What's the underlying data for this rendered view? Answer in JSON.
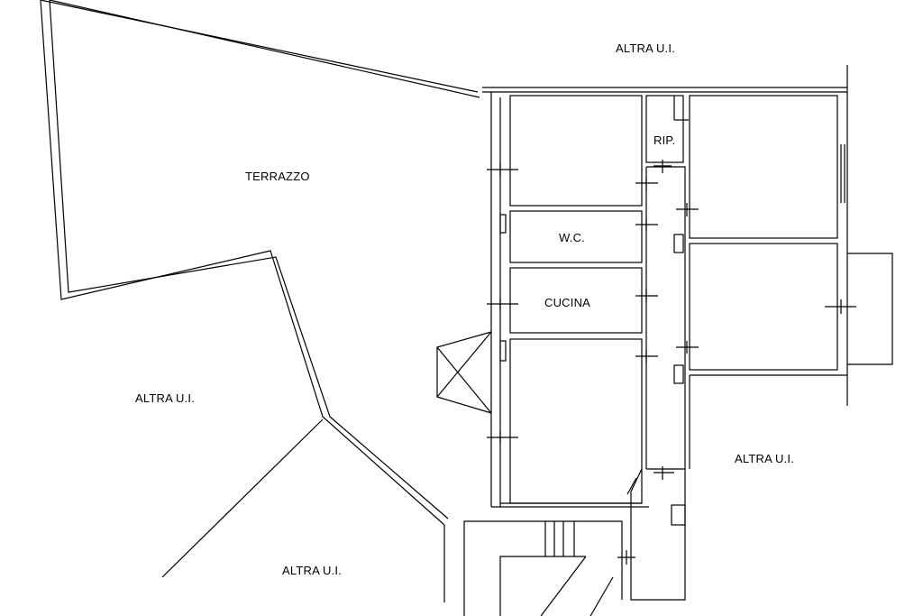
{
  "labels": {
    "terrazzo": "TERRAZZO",
    "altra_top": "ALTRA U.I.",
    "altra_left": "ALTRA U.I.",
    "altra_right": "ALTRA U.I.",
    "altra_bottom": "ALTRA U.I.",
    "rip": "RIP.",
    "wc": "W.C.",
    "cucina": "CUCINA"
  }
}
